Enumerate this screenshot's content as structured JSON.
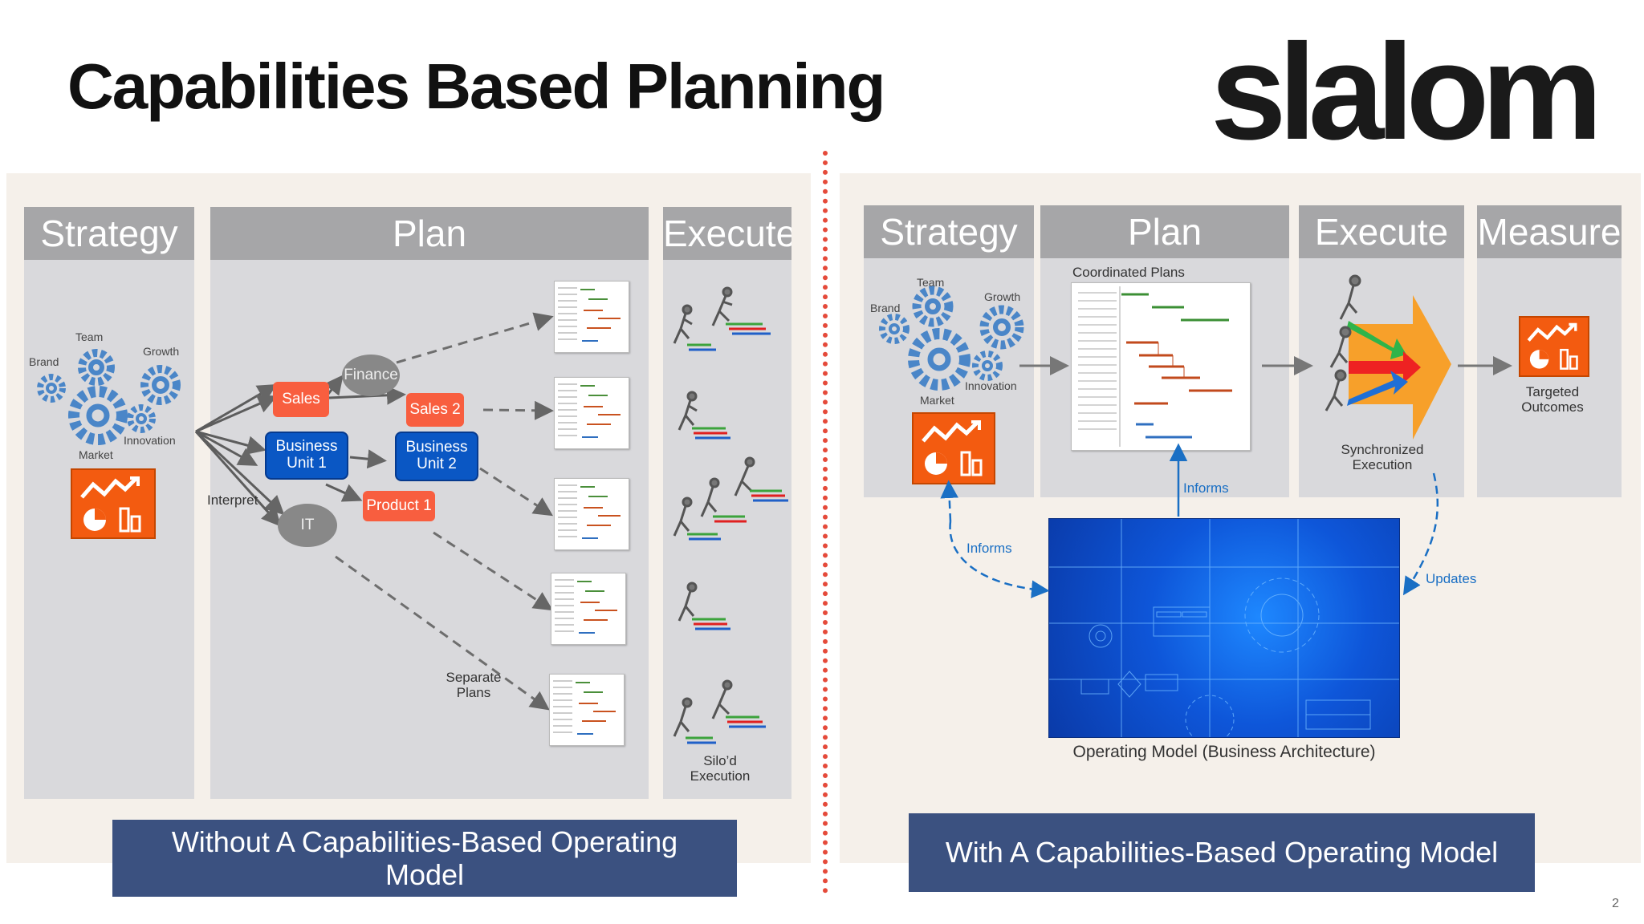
{
  "title": "Capabilities Based Planning",
  "logo": "slalom",
  "page_number": "2",
  "left": {
    "headers": [
      "Strategy",
      "Plan",
      "Execute"
    ],
    "gear_labels": {
      "team": "Team",
      "brand": "Brand",
      "growth": "Growth",
      "innovation": "Innovation",
      "market": "Market"
    },
    "nodes": {
      "finance": "Finance",
      "sales": "Sales",
      "sales2": "Sales 2",
      "bu1": "Business Unit 1",
      "bu2": "Business Unit 2",
      "product1": "Product 1",
      "it": "IT"
    },
    "interpret": "Interpret",
    "separate_plans": "Separate Plans",
    "silod_execution": "Silo’d Execution",
    "banner": "Without A Capabilities-Based Operating Model"
  },
  "right": {
    "headers": [
      "Strategy",
      "Plan",
      "Execute",
      "Measure"
    ],
    "gear_labels": {
      "team": "Team",
      "brand": "Brand",
      "growth": "Growth",
      "innovation": "Innovation",
      "market": "Market"
    },
    "coordinated_plans": "Coordinated Plans",
    "synchronized_execution": "Synchronized Execution",
    "targeted_outcomes": "Targeted Outcomes",
    "informs_top": "Informs",
    "informs_left": "Informs",
    "updates": "Updates",
    "operating_model": "Operating Model (Business Architecture)",
    "banner": "With A Capabilities-Based Operating Model"
  },
  "colors": {
    "header_gray": "#a6a6a8",
    "column_gray": "#d9d9dc",
    "banner_navy": "#3b5180",
    "box_red": "#f85e3f",
    "box_blue": "#0a57c4",
    "accent_orange": "#f35b10",
    "divider_red": "#e54a3a",
    "link_blue": "#1a6fc4"
  },
  "icons": [
    "gears-icon",
    "analytics-tile-icon",
    "gantt-document-icon",
    "runner-icon",
    "arrow-icon",
    "blueprint-image"
  ]
}
